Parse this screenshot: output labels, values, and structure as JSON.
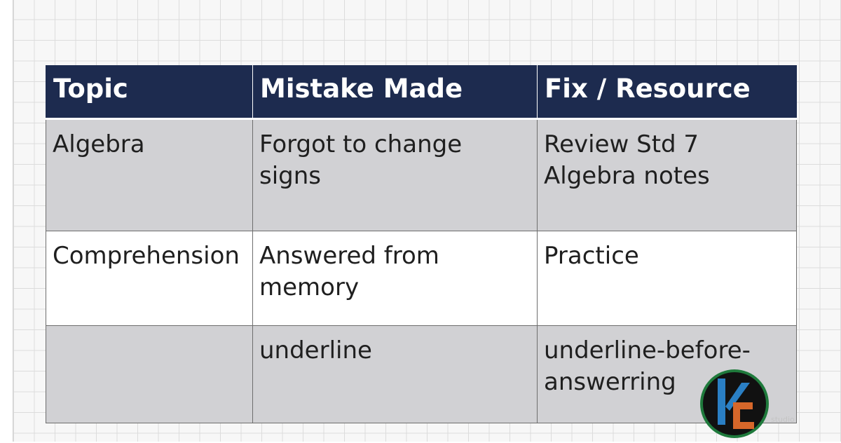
{
  "table": {
    "headers": [
      "Topic",
      "Mistake Made",
      "Fix / Resource"
    ],
    "rows": [
      {
        "topic": "Algebra",
        "mistake_lines": [
          "Forgot to change",
          "signs"
        ],
        "fix_lines": [
          "Review Std 7",
          "Algebra notes"
        ]
      },
      {
        "topic": "Comprehension",
        "mistake_lines": [
          "Answered from",
          "memory"
        ],
        "fix_lines": [
          "Practice"
        ]
      },
      {
        "topic": "",
        "mistake_lines": [
          "underline"
        ],
        "fix_lines": [
          "underline-before-",
          "answerring"
        ]
      }
    ]
  },
  "logo": {
    "letters": "KC",
    "caption": "studio",
    "colors": {
      "ring": "#1f7a3c",
      "fill": "#111111",
      "k": "#2a7fc4",
      "c": "#d6672a"
    }
  },
  "colors": {
    "header_bg": "#1d2b4f",
    "header_text": "#ffffff",
    "row_gray": "#d1d1d4",
    "row_white": "#ffffff",
    "grid_line": "#dcdcdc"
  }
}
